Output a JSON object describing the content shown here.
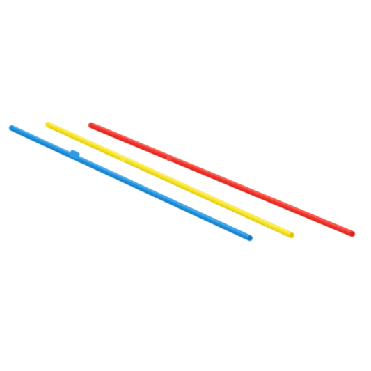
{
  "scene": {
    "background": "#ffffff",
    "straws": [
      {
        "name": "red-straw",
        "color": "#f0322a",
        "highlight": "#ff6a5c",
        "shadow": "#c81d18"
      },
      {
        "name": "yellow-straw",
        "color": "#f5e21c",
        "highlight": "#fff27a",
        "shadow": "#d2bd00"
      },
      {
        "name": "blue-straw",
        "color": "#1d8fdc",
        "highlight": "#56b6f0",
        "shadow": "#1470b4"
      }
    ]
  }
}
